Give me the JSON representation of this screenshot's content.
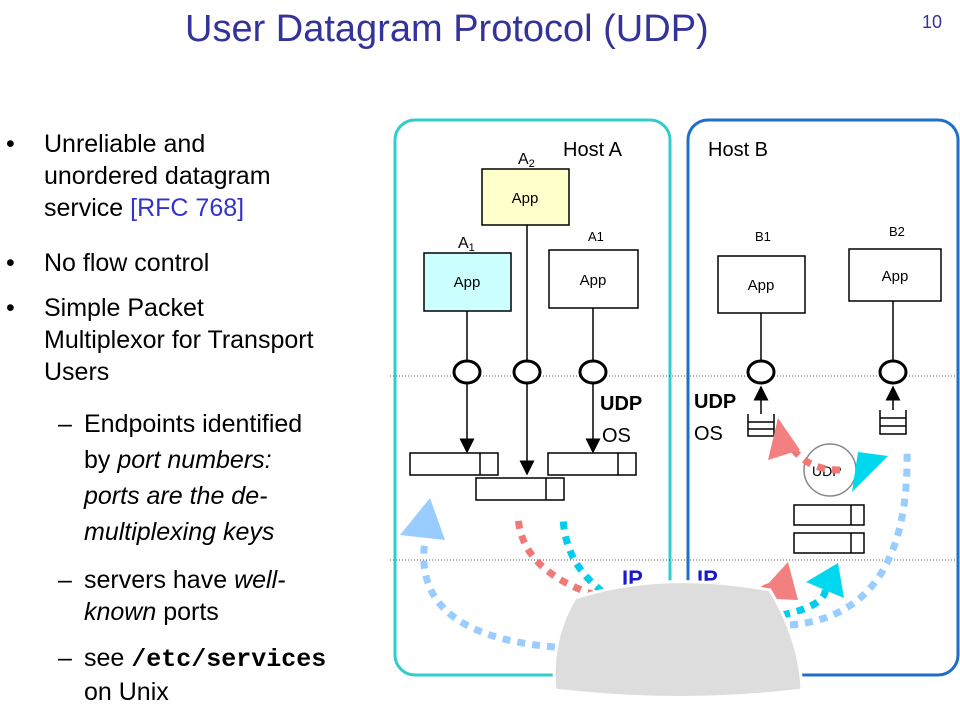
{
  "slide": {
    "title": "User Datagram Protocol (UDP)",
    "page_number": "10"
  },
  "bullets": {
    "b1_l1": "Unreliable and",
    "b1_l2": "unordered datagram",
    "b1_l3_prefix": "service ",
    "b1_l3_ref": "[RFC 768]",
    "b2": "No flow control",
    "b3_l1": "Simple Packet",
    "b3_l2": "Multiplexor  for Transport",
    "b3_l3": "Users",
    "s1_l1": "Endpoints identified",
    "s1_l2_prefix": "by ",
    "s1_l2_italic": "port numbers:",
    "s1_l3": "ports are the de-",
    "s1_l4": "multiplexing keys",
    "s2_l1_prefix": "servers have ",
    "s2_l1_italic": "well-",
    "s2_l2_italic": "known",
    "s2_l2_suffix": " ports",
    "s3_prefix": "see ",
    "s3_code": "/etc/services",
    "s3_l2": "on Unix"
  },
  "diagram": {
    "host_a": "Host A",
    "host_b": "Host B",
    "app_label": "App",
    "label_a2": "A",
    "label_a2_sub": "2",
    "label_a1_left": "A",
    "label_a1_left_sub": "1",
    "label_a1_right": "A1",
    "label_b1": "B1",
    "label_b2": "B2",
    "udp": "UDP",
    "os": "OS",
    "ip": "IP",
    "udp_circle": "UDP"
  },
  "colors": {
    "title": "#333399",
    "host_a_border": "#33cccc",
    "host_b_border": "#1f6fc9",
    "app_fill_a1": "#ccffff",
    "app_fill_a2": "#ffffcc",
    "arrow_blue": "#99ccff",
    "arrow_salmon": "#ff8080",
    "arrow_cyan": "#00ccee",
    "ip_label": "#1a1acc"
  }
}
